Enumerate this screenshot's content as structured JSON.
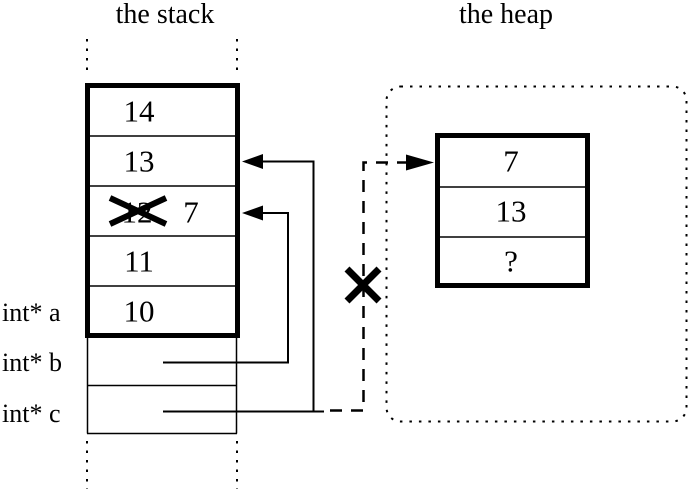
{
  "titles": {
    "stack": "the stack",
    "heap": "the heap"
  },
  "stack_frame": {
    "cells": [
      {
        "value": "14",
        "crossed": false
      },
      {
        "value": "13",
        "crossed": false
      },
      {
        "value": "12",
        "crossed": true,
        "new_value": "7"
      },
      {
        "value": "11",
        "crossed": false
      },
      {
        "value": "10",
        "crossed": false
      }
    ]
  },
  "pointer_labels": [
    {
      "label": "int* a"
    },
    {
      "label": "int* b"
    },
    {
      "label": "int* c"
    }
  ],
  "heap_object": {
    "cells": [
      {
        "value": "7"
      },
      {
        "value": "13"
      },
      {
        "value": "?"
      }
    ]
  },
  "colors": {
    "ink": "#000000",
    "background": "#ffffff"
  }
}
